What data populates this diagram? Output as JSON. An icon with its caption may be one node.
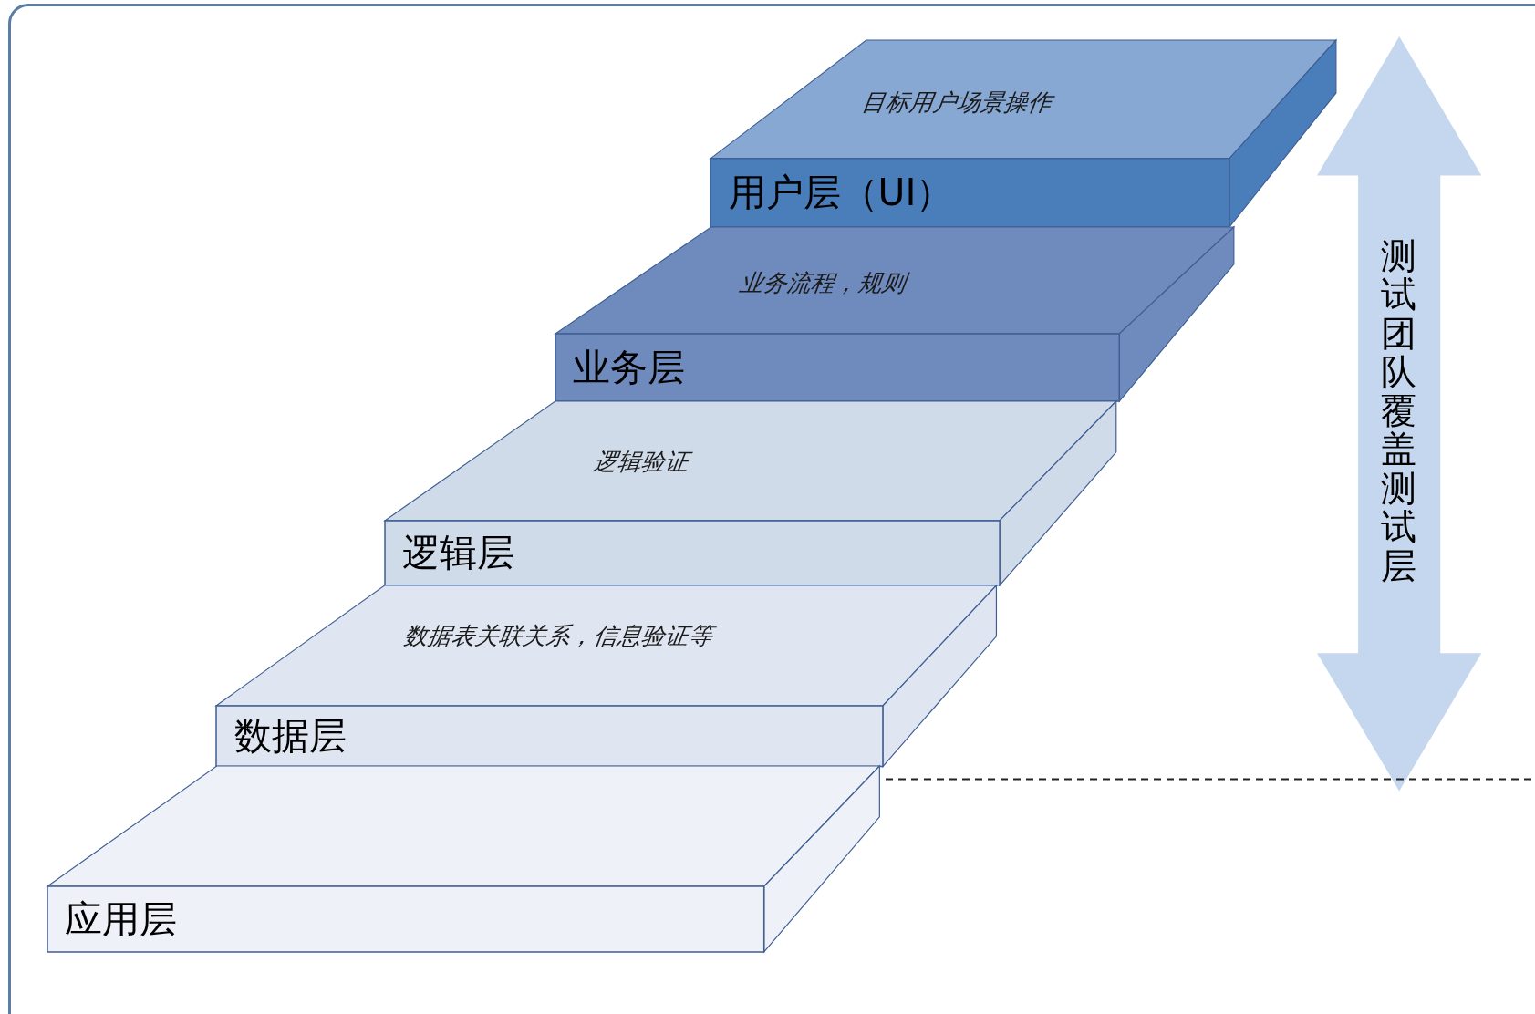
{
  "diagram": {
    "nodes": [
      {
        "text": [
          "目标用户场景操作",
          "用户层（UI）"
        ]
      },
      {
        "text": [
          "业务流程，规则",
          "业务层"
        ]
      },
      {
        "text": [
          "逻辑验证",
          "逻辑层"
        ]
      },
      {
        "text": [
          "数据表关联关系，信息验证等",
          "数据层"
        ]
      },
      {
        "text": [
          "应用层"
        ]
      },
      {
        "text": [
          "测试团队覆盖测试层"
        ]
      }
    ]
  }
}
